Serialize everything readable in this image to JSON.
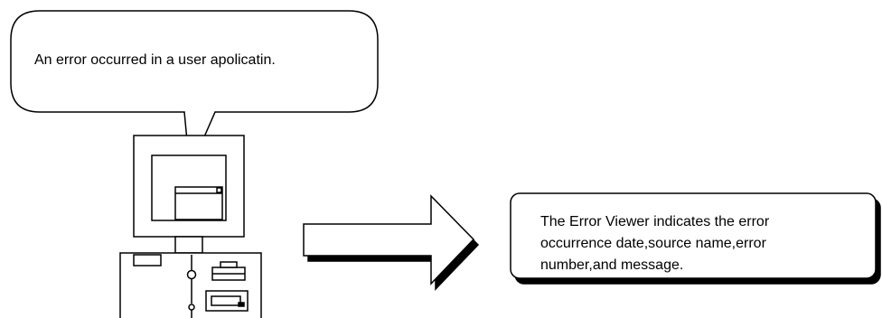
{
  "speech_bubble": {
    "text": "An error occurred in a user apolicatin."
  },
  "result_box": {
    "lines": [
      "The Error Viewer indicates the error",
      "occurrence date,source name,error",
      "number,and message."
    ]
  },
  "icons": {
    "computer": "desktop-computer-icon",
    "arrow": "right-arrow-icon"
  },
  "colors": {
    "stroke": "#000000",
    "fill": "#ffffff"
  }
}
